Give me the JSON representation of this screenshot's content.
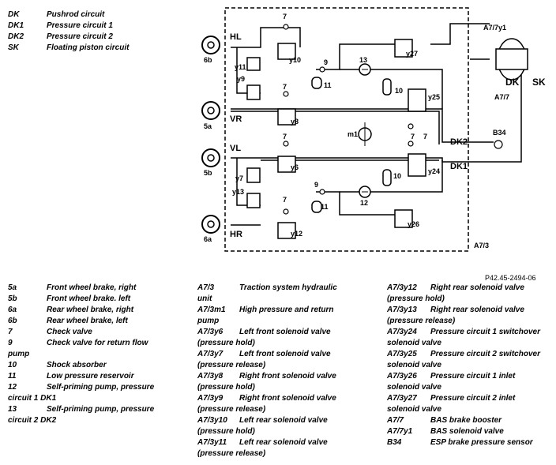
{
  "top_legend": [
    {
      "code": "DK",
      "desc": "Pushrod circuit"
    },
    {
      "code": "DK1",
      "desc": "Pressure circuit 1"
    },
    {
      "code": "DK2",
      "desc": "Pressure circuit 2"
    },
    {
      "code": "SK",
      "desc": "Floating piston circuit"
    }
  ],
  "diagram_labels": {
    "hl": "HL",
    "vr": "VR",
    "vl": "VL",
    "hr": "HR",
    "w6b": "6b",
    "w5a": "5a",
    "w5b": "5b",
    "w6a": "6a",
    "y10": "y10",
    "y11": "y11",
    "y9": "y9",
    "y8": "y8",
    "y6": "y6",
    "y7": "y7",
    "y13": "y13",
    "y12": "y12",
    "y27": "y27",
    "y25": "y25",
    "y24": "y24",
    "y26": "y26",
    "n7a": "7",
    "n7b": "7",
    "n7c": "7",
    "n7d": "7",
    "n7e": "7",
    "n7f": "7",
    "n9a": "9",
    "n9b": "9",
    "n13": "13",
    "n12": "12",
    "n10a": "10",
    "n10b": "10",
    "n11a": "11",
    "n11b": "11",
    "m1": "m1",
    "dk2": "DK2",
    "dk1": "DK1",
    "b34": "B34",
    "a7y1": "A7/7y1",
    "dk": "DK",
    "sk": "SK",
    "a77": "A7/7",
    "a73": "A7/3"
  },
  "ref_code": "P42.45-2494-06",
  "legend_col1": [
    {
      "code": "5a",
      "desc": "Front wheel brake, right"
    },
    {
      "code": "5b",
      "desc": "Front wheel brake. left"
    },
    {
      "code": "6a",
      "desc": "Rear wheel brake, right"
    },
    {
      "code": "6b",
      "desc": "Rear wheel brake, left"
    },
    {
      "code": "7",
      "desc": "Check valve"
    },
    {
      "code": "9",
      "desc": "Check valve for return flow",
      "cont": "pump"
    },
    {
      "code": "10",
      "desc": "Shock absorber"
    },
    {
      "code": "11",
      "desc": "Low pressure reservoir"
    },
    {
      "code": "12",
      "desc": "Self-priming pump, pressure",
      "cont": "circuit 1 DK1"
    },
    {
      "code": "13",
      "desc": "Self-priming pump, pressure",
      "cont": "circuit 2 DK2"
    }
  ],
  "legend_col2": [
    {
      "code": "A7/3",
      "desc": "Traction system hydraulic",
      "cont": "unit"
    },
    {
      "code": "A7/3m1",
      "desc": "High pressure and return",
      "cont": "pump"
    },
    {
      "code": "A7/3y6",
      "desc": "Left front solenoid valve",
      "cont": "(pressure hold)"
    },
    {
      "code": "A7/3y7",
      "desc": "Left front solenoid valve",
      "cont": "(pressure release)"
    },
    {
      "code": "A7/3y8",
      "desc": "Right front solenoid valve",
      "cont": "(pressure hold)"
    },
    {
      "code": "A7/3y9",
      "desc": "Right front solenoid valve",
      "cont": "(pressure release)"
    },
    {
      "code": "A7/3y10",
      "desc": "Left rear solenoid valve",
      "cont": "(pressure hold)"
    },
    {
      "code": "A7/3y11",
      "desc": "Left rear solenoid valve",
      "cont": "(pressure release)"
    }
  ],
  "legend_col3": [
    {
      "code": "A7/3y12",
      "desc": "Right rear solenoid valve",
      "cont": "(pressure hold)"
    },
    {
      "code": "A7/3y13",
      "desc": "Right rear solenoid valve",
      "cont": "(pressure release)"
    },
    {
      "code": "A7/3y24",
      "desc": "Pressure circuit 1 switchover",
      "cont": "solenoid valve"
    },
    {
      "code": "A7/3y25",
      "desc": "Pressure circuit 2 switchover",
      "cont": "solenoid valve"
    },
    {
      "code": "A7/3y26",
      "desc": "Pressure circuit 1 inlet",
      "cont": "solenoid valve"
    },
    {
      "code": "A7/3y27",
      "desc": "Pressure circuit 2 inlet",
      "cont": "solenoid valve"
    },
    {
      "code": "A7/7",
      "desc": "BAS brake booster"
    },
    {
      "code": "A7/7y1",
      "desc": "BAS solenoid valve"
    },
    {
      "code": "B34",
      "desc": "ESP brake pressure sensor"
    }
  ]
}
